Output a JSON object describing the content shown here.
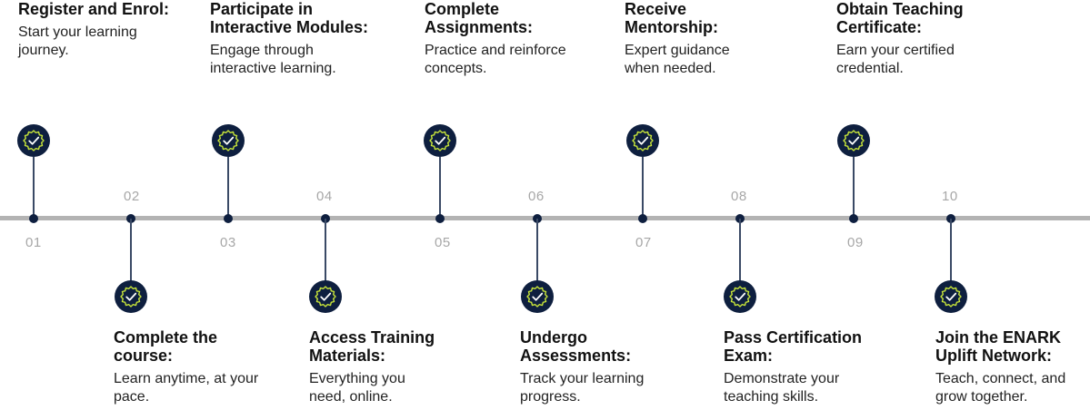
{
  "steps": [
    {
      "number": "01",
      "title": "Register and Enrol:",
      "description": "Start your learning journey.",
      "icon": "certified-check-icon"
    },
    {
      "number": "02",
      "title": "Complete the course:",
      "description": "Learn anytime, at your pace.",
      "icon": "certified-check-icon"
    },
    {
      "number": "03",
      "title": "Participate in Interactive Modules:",
      "description": "Engage through interactive learning.",
      "icon": "certified-check-icon"
    },
    {
      "number": "04",
      "title": "Access Training Materials:",
      "description": "Everything you need, online.",
      "icon": "certified-check-icon"
    },
    {
      "number": "05",
      "title": "Complete Assignments:",
      "description": "Practice and reinforce concepts.",
      "icon": "certified-check-icon"
    },
    {
      "number": "06",
      "title": "Undergo Assessments:",
      "description": "Track your learning progress.",
      "icon": "certified-check-icon"
    },
    {
      "number": "07",
      "title": "Receive Mentorship:",
      "description": "Expert guidance when needed.",
      "icon": "certified-check-icon"
    },
    {
      "number": "08",
      "title": "Pass Certification Exam:",
      "description": "Demonstrate your teaching skills.",
      "icon": "certified-check-icon"
    },
    {
      "number": "09",
      "title": "Obtain Teaching Certificate:",
      "description": "Earn your certified credential.",
      "icon": "certified-check-icon"
    },
    {
      "number": "10",
      "title": "Join the ENARK Uplift Network:",
      "description": "Teach, connect, and grow together.",
      "icon": "certified-check-icon"
    }
  ],
  "colors": {
    "node": "#0e1f3f",
    "badge_accent": "#c9e63a",
    "axis": "#b3b3b3",
    "number": "#a7a7a7"
  }
}
